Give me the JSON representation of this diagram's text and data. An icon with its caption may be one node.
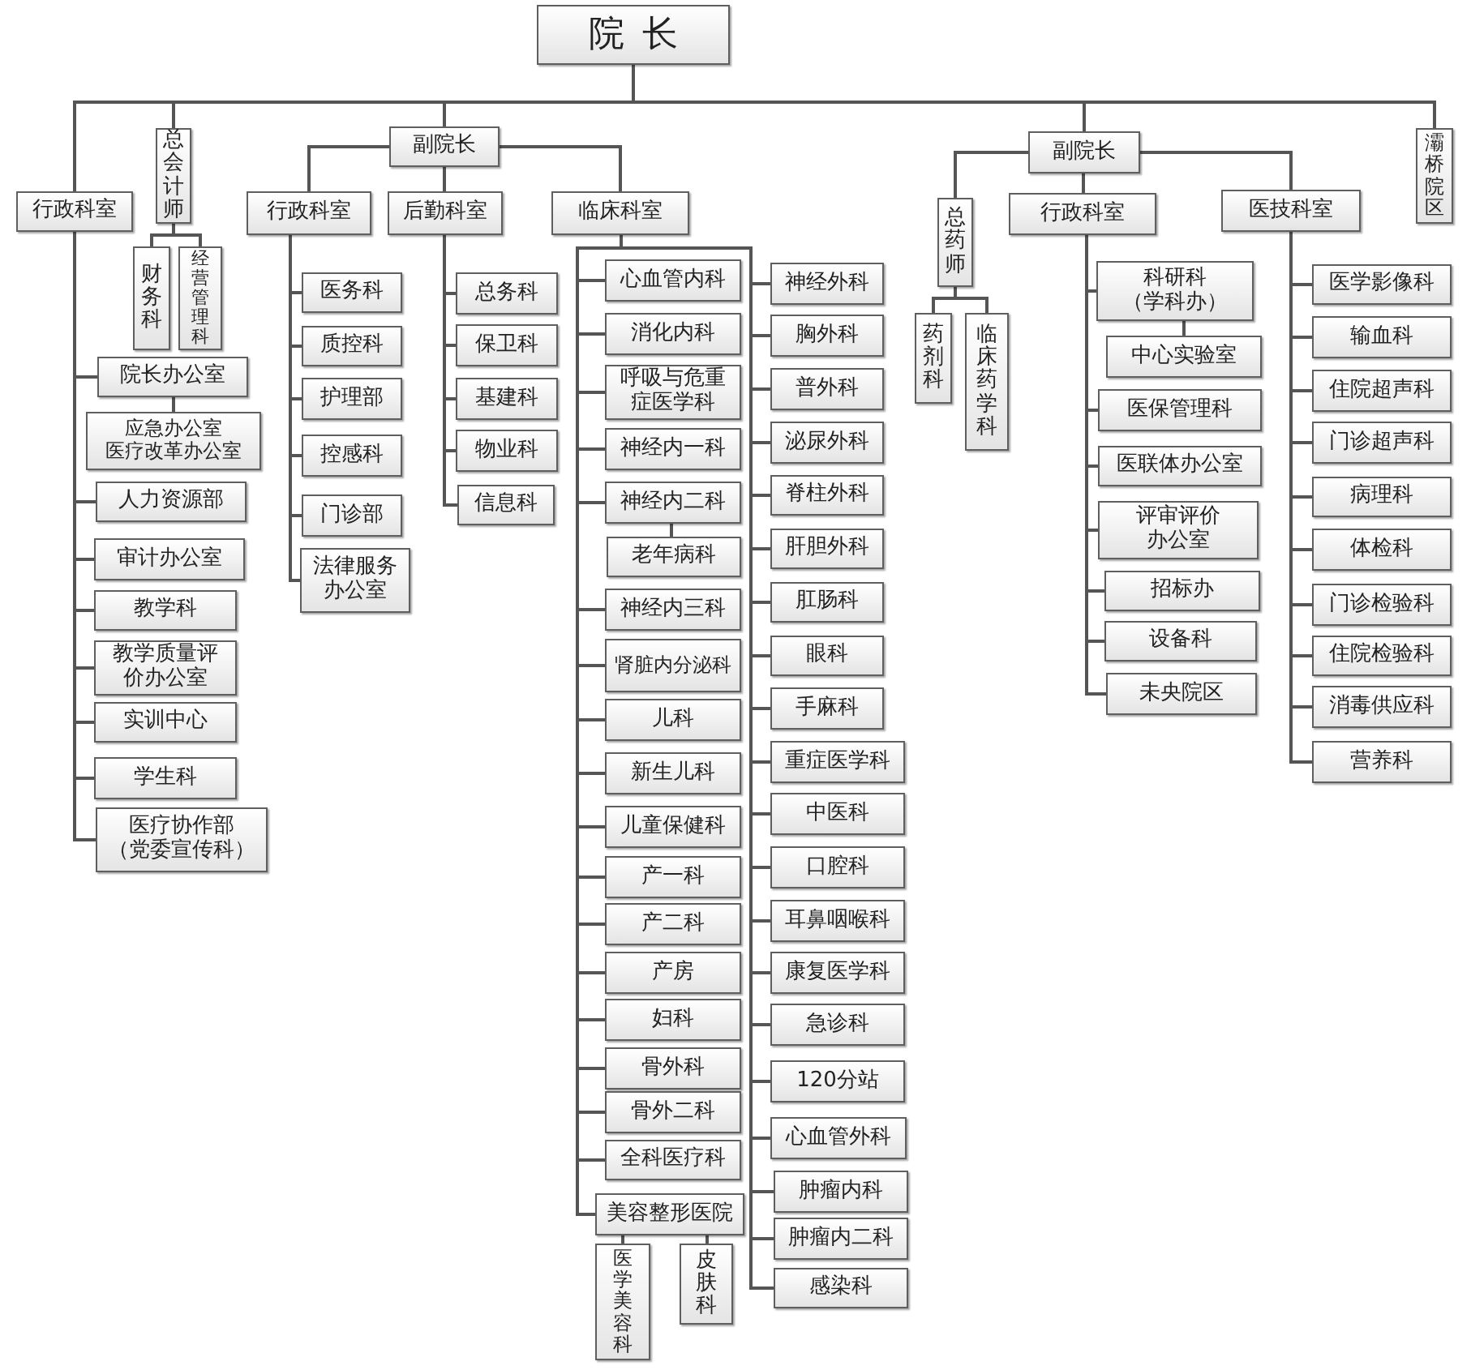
{
  "diagram": {
    "nodes": [
      {
        "text": [
          "院长"
        ]
      },
      {
        "text": [
          "行政科室"
        ]
      },
      {
        "text": [
          "总会计师"
        ]
      },
      {
        "text": [
          "财务科"
        ]
      },
      {
        "text": [
          "经营管理科"
        ]
      },
      {
        "text": [
          "院长办公室"
        ]
      },
      {
        "text": [
          "应急办公室",
          "医疗改革办公室"
        ]
      },
      {
        "text": [
          "人力资源部"
        ]
      },
      {
        "text": [
          "审计办公室"
        ]
      },
      {
        "text": [
          "教学科"
        ]
      },
      {
        "text": [
          "教学质量评价办公室"
        ]
      },
      {
        "text": [
          "实训中心"
        ]
      },
      {
        "text": [
          "学生科"
        ]
      },
      {
        "text": [
          "医疗协作部（党委宣传科）"
        ]
      },
      {
        "text": [
          "副院长"
        ]
      },
      {
        "text": [
          "行政科室"
        ]
      },
      {
        "text": [
          "医务科"
        ]
      },
      {
        "text": [
          "质控科"
        ]
      },
      {
        "text": [
          "护理部"
        ]
      },
      {
        "text": [
          "控感科"
        ]
      },
      {
        "text": [
          "门诊部"
        ]
      },
      {
        "text": [
          "法律服务办公室"
        ]
      },
      {
        "text": [
          "后勤科室"
        ]
      },
      {
        "text": [
          "总务科"
        ]
      },
      {
        "text": [
          "保卫科"
        ]
      },
      {
        "text": [
          "基建科"
        ]
      },
      {
        "text": [
          "物业科"
        ]
      },
      {
        "text": [
          "信息科"
        ]
      },
      {
        "text": [
          "临床科室"
        ]
      },
      {
        "text": [
          "心血管内科"
        ]
      },
      {
        "text": [
          "消化内科"
        ]
      },
      {
        "text": [
          "呼吸与危重症医学科"
        ]
      },
      {
        "text": [
          "神经内一科"
        ]
      },
      {
        "text": [
          "神经内二科"
        ]
      },
      {
        "text": [
          "老年病科"
        ]
      },
      {
        "text": [
          "神经内三科"
        ]
      },
      {
        "text": [
          "肾脏内分泌科"
        ]
      },
      {
        "text": [
          "儿科"
        ]
      },
      {
        "text": [
          "新生儿科"
        ]
      },
      {
        "text": [
          "儿童保健科"
        ]
      },
      {
        "text": [
          "产一科"
        ]
      },
      {
        "text": [
          "产二科"
        ]
      },
      {
        "text": [
          "产房"
        ]
      },
      {
        "text": [
          "妇科"
        ]
      },
      {
        "text": [
          "骨外科"
        ]
      },
      {
        "text": [
          "骨外二科"
        ]
      },
      {
        "text": [
          "全科医疗科"
        ]
      },
      {
        "text": [
          "美容整形医院"
        ]
      },
      {
        "text": [
          "医学美容科"
        ]
      },
      {
        "text": [
          "皮肤科"
        ]
      },
      {
        "text": [
          "神经外科"
        ]
      },
      {
        "text": [
          "胸外科"
        ]
      },
      {
        "text": [
          "普外科"
        ]
      },
      {
        "text": [
          "泌尿外科"
        ]
      },
      {
        "text": [
          "脊柱外科"
        ]
      },
      {
        "text": [
          "肝胆外科"
        ]
      },
      {
        "text": [
          "肛肠科"
        ]
      },
      {
        "text": [
          "眼科"
        ]
      },
      {
        "text": [
          "手麻科"
        ]
      },
      {
        "text": [
          "重症医学科"
        ]
      },
      {
        "text": [
          "中医科"
        ]
      },
      {
        "text": [
          "口腔科"
        ]
      },
      {
        "text": [
          "耳鼻咽喉科"
        ]
      },
      {
        "text": [
          "康复医学科"
        ]
      },
      {
        "text": [
          "急诊科"
        ]
      },
      {
        "text": [
          "120分站"
        ]
      },
      {
        "text": [
          "心血管外科"
        ]
      },
      {
        "text": [
          "肿瘤内科"
        ]
      },
      {
        "text": [
          "肿瘤内二科"
        ]
      },
      {
        "text": [
          "感染科"
        ]
      },
      {
        "text": [
          "副院长"
        ]
      },
      {
        "text": [
          "总药师"
        ]
      },
      {
        "text": [
          "药剂科"
        ]
      },
      {
        "text": [
          "临床药学科"
        ]
      },
      {
        "text": [
          "行政科室"
        ]
      },
      {
        "text": [
          "科研科（学科办）"
        ]
      },
      {
        "text": [
          "中心实验室"
        ]
      },
      {
        "text": [
          "医保管理科"
        ]
      },
      {
        "text": [
          "医联体办公室"
        ]
      },
      {
        "text": [
          "评审评价办公室"
        ]
      },
      {
        "text": [
          "招标办"
        ]
      },
      {
        "text": [
          "设备科"
        ]
      },
      {
        "text": [
          "未央院区"
        ]
      },
      {
        "text": [
          "医技科室"
        ]
      },
      {
        "text": [
          "医学影像科"
        ]
      },
      {
        "text": [
          "输血科"
        ]
      },
      {
        "text": [
          "住院超声科"
        ]
      },
      {
        "text": [
          "门诊超声科"
        ]
      },
      {
        "text": [
          "病理科"
        ]
      },
      {
        "text": [
          "体检科"
        ]
      },
      {
        "text": [
          "门诊检验科"
        ]
      },
      {
        "text": [
          "住院检验科"
        ]
      },
      {
        "text": [
          "消毒供应科"
        ]
      },
      {
        "text": [
          "营养科"
        ]
      },
      {
        "text": [
          "灞桥院区"
        ]
      }
    ],
    "edges": [
      {
        "from": 0,
        "to": 1,
        "arrow": "none"
      },
      {
        "from": 0,
        "to": 2,
        "arrow": "none"
      },
      {
        "from": 2,
        "to": 3,
        "arrow": "none"
      },
      {
        "from": 2,
        "to": 4,
        "arrow": "none"
      },
      {
        "from": 1,
        "to": 5,
        "arrow": "none"
      },
      {
        "from": 5,
        "to": 6,
        "arrow": "none"
      },
      {
        "from": 1,
        "to": 7,
        "arrow": "none"
      },
      {
        "from": 1,
        "to": 8,
        "arrow": "none"
      },
      {
        "from": 1,
        "to": 9,
        "arrow": "none"
      },
      {
        "from": 1,
        "to": 10,
        "arrow": "none"
      },
      {
        "from": 1,
        "to": 11,
        "arrow": "none"
      },
      {
        "from": 1,
        "to": 12,
        "arrow": "none"
      },
      {
        "from": 1,
        "to": 13,
        "arrow": "none"
      },
      {
        "from": 0,
        "to": 14,
        "arrow": "none"
      },
      {
        "from": 14,
        "to": 15,
        "arrow": "none"
      },
      {
        "from": 15,
        "to": 16,
        "arrow": "none"
      },
      {
        "from": 15,
        "to": 17,
        "arrow": "none"
      },
      {
        "from": 15,
        "to": 18,
        "arrow": "none"
      },
      {
        "from": 15,
        "to": 19,
        "arrow": "none"
      },
      {
        "from": 15,
        "to": 20,
        "arrow": "none"
      },
      {
        "from": 15,
        "to": 21,
        "arrow": "none"
      },
      {
        "from": 14,
        "to": 22,
        "arrow": "none"
      },
      {
        "from": 22,
        "to": 23,
        "arrow": "none"
      },
      {
        "from": 22,
        "to": 24,
        "arrow": "none"
      },
      {
        "from": 22,
        "to": 25,
        "arrow": "none"
      },
      {
        "from": 22,
        "to": 26,
        "arrow": "none"
      },
      {
        "from": 22,
        "to": 27,
        "arrow": "none"
      },
      {
        "from": 14,
        "to": 28,
        "arrow": "none"
      },
      {
        "from": 28,
        "to": 29,
        "arrow": "none"
      },
      {
        "from": 28,
        "to": 30,
        "arrow": "none"
      },
      {
        "from": 28,
        "to": 31,
        "arrow": "none"
      },
      {
        "from": 28,
        "to": 32,
        "arrow": "none"
      },
      {
        "from": 28,
        "to": 33,
        "arrow": "none"
      },
      {
        "from": 33,
        "to": 34,
        "arrow": "none"
      },
      {
        "from": 28,
        "to": 35,
        "arrow": "none"
      },
      {
        "from": 28,
        "to": 36,
        "arrow": "none"
      },
      {
        "from": 28,
        "to": 37,
        "arrow": "none"
      },
      {
        "from": 28,
        "to": 38,
        "arrow": "none"
      },
      {
        "from": 28,
        "to": 39,
        "arrow": "none"
      },
      {
        "from": 28,
        "to": 40,
        "arrow": "none"
      },
      {
        "from": 28,
        "to": 41,
        "arrow": "none"
      },
      {
        "from": 28,
        "to": 42,
        "arrow": "none"
      },
      {
        "from": 28,
        "to": 43,
        "arrow": "none"
      },
      {
        "from": 28,
        "to": 44,
        "arrow": "none"
      },
      {
        "from": 28,
        "to": 45,
        "arrow": "none"
      },
      {
        "from": 28,
        "to": 46,
        "arrow": "none"
      },
      {
        "from": 28,
        "to": 47,
        "arrow": "none"
      },
      {
        "from": 47,
        "to": 48,
        "arrow": "none"
      },
      {
        "from": 47,
        "to": 49,
        "arrow": "none"
      },
      {
        "from": 28,
        "to": 50,
        "arrow": "none"
      },
      {
        "from": 28,
        "to": 51,
        "arrow": "none"
      },
      {
        "from": 28,
        "to": 52,
        "arrow": "none"
      },
      {
        "from": 28,
        "to": 53,
        "arrow": "none"
      },
      {
        "from": 28,
        "to": 54,
        "arrow": "none"
      },
      {
        "from": 28,
        "to": 55,
        "arrow": "none"
      },
      {
        "from": 28,
        "to": 56,
        "arrow": "none"
      },
      {
        "from": 28,
        "to": 57,
        "arrow": "none"
      },
      {
        "from": 28,
        "to": 58,
        "arrow": "none"
      },
      {
        "from": 28,
        "to": 59,
        "arrow": "none"
      },
      {
        "from": 28,
        "to": 60,
        "arrow": "none"
      },
      {
        "from": 28,
        "to": 61,
        "arrow": "none"
      },
      {
        "from": 28,
        "to": 62,
        "arrow": "none"
      },
      {
        "from": 28,
        "to": 63,
        "arrow": "none"
      },
      {
        "from": 28,
        "to": 64,
        "arrow": "none"
      },
      {
        "from": 28,
        "to": 65,
        "arrow": "none"
      },
      {
        "from": 28,
        "to": 66,
        "arrow": "none"
      },
      {
        "from": 28,
        "to": 67,
        "arrow": "none"
      },
      {
        "from": 28,
        "to": 68,
        "arrow": "none"
      },
      {
        "from": 28,
        "to": 69,
        "arrow": "none"
      },
      {
        "from": 0,
        "to": 70,
        "arrow": "none"
      },
      {
        "from": 70,
        "to": 71,
        "arrow": "none"
      },
      {
        "from": 71,
        "to": 72,
        "arrow": "none"
      },
      {
        "from": 71,
        "to": 73,
        "arrow": "none"
      },
      {
        "from": 70,
        "to": 74,
        "arrow": "none"
      },
      {
        "from": 74,
        "to": 75,
        "arrow": "none"
      },
      {
        "from": 75,
        "to": 76,
        "arrow": "none"
      },
      {
        "from": 74,
        "to": 77,
        "arrow": "none"
      },
      {
        "from": 74,
        "to": 78,
        "arrow": "none"
      },
      {
        "from": 74,
        "to": 79,
        "arrow": "none"
      },
      {
        "from": 74,
        "to": 80,
        "arrow": "none"
      },
      {
        "from": 74,
        "to": 81,
        "arrow": "none"
      },
      {
        "from": 74,
        "to": 82,
        "arrow": "none"
      },
      {
        "from": 70,
        "to": 83,
        "arrow": "none"
      },
      {
        "from": 83,
        "to": 84,
        "arrow": "none"
      },
      {
        "from": 83,
        "to": 85,
        "arrow": "none"
      },
      {
        "from": 83,
        "to": 86,
        "arrow": "none"
      },
      {
        "from": 83,
        "to": 87,
        "arrow": "none"
      },
      {
        "from": 83,
        "to": 88,
        "arrow": "none"
      },
      {
        "from": 83,
        "to": 89,
        "arrow": "none"
      },
      {
        "from": 83,
        "to": 90,
        "arrow": "none"
      },
      {
        "from": 83,
        "to": 91,
        "arrow": "none"
      },
      {
        "from": 83,
        "to": 92,
        "arrow": "none"
      },
      {
        "from": 83,
        "to": 93,
        "arrow": "none"
      },
      {
        "from": 0,
        "to": 94,
        "arrow": "none"
      }
    ]
  }
}
